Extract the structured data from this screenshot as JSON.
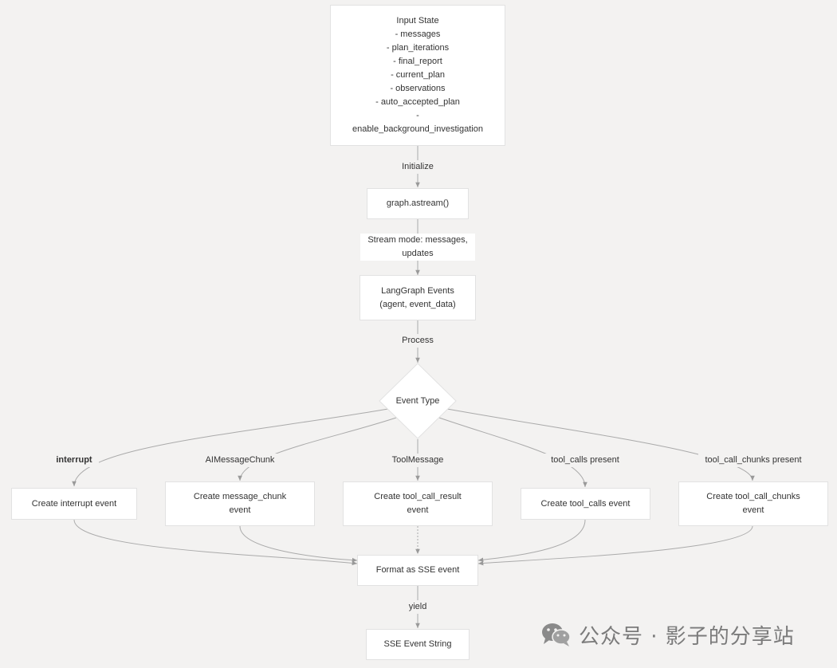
{
  "nodes": {
    "input_state": [
      "Input State",
      "- messages",
      "- plan_iterations",
      "- final_report",
      "- current_plan",
      "- observations",
      "- auto_accepted_plan",
      "-",
      "enable_background_investigation"
    ],
    "astream": "graph.astream()",
    "langgraph_events": [
      "LangGraph Events",
      "(agent, event_data)"
    ],
    "event_type": "Event Type",
    "interrupt_event": "Create interrupt event",
    "message_chunk_event": [
      "Create message_chunk",
      "event"
    ],
    "tool_call_result_event": [
      "Create tool_call_result",
      "event"
    ],
    "tool_calls_event": "Create tool_calls event",
    "tool_call_chunks_event": [
      "Create tool_call_chunks",
      "event"
    ],
    "format_sse": "Format as SSE event",
    "sse_string": "SSE Event String"
  },
  "edges": {
    "initialize": "Initialize",
    "stream_mode": [
      "Stream mode: messages,",
      "updates"
    ],
    "process": "Process",
    "interrupt": "interrupt",
    "ai_message_chunk": "AIMessageChunk",
    "tool_message": "ToolMessage",
    "tool_calls_present": "tool_calls present",
    "tool_call_chunks_present": "tool_call_chunks present",
    "yield": "yield"
  },
  "watermark": {
    "text": "公众号 · 影子的分享站",
    "icon": "wechat-icon"
  },
  "colors": {
    "background": "#f3f2f1",
    "node_fill": "#ffffff",
    "node_border": "#e2e2e2",
    "edge": "#aaaaaa",
    "text": "#333333",
    "watermark": "#7b7b7b"
  }
}
